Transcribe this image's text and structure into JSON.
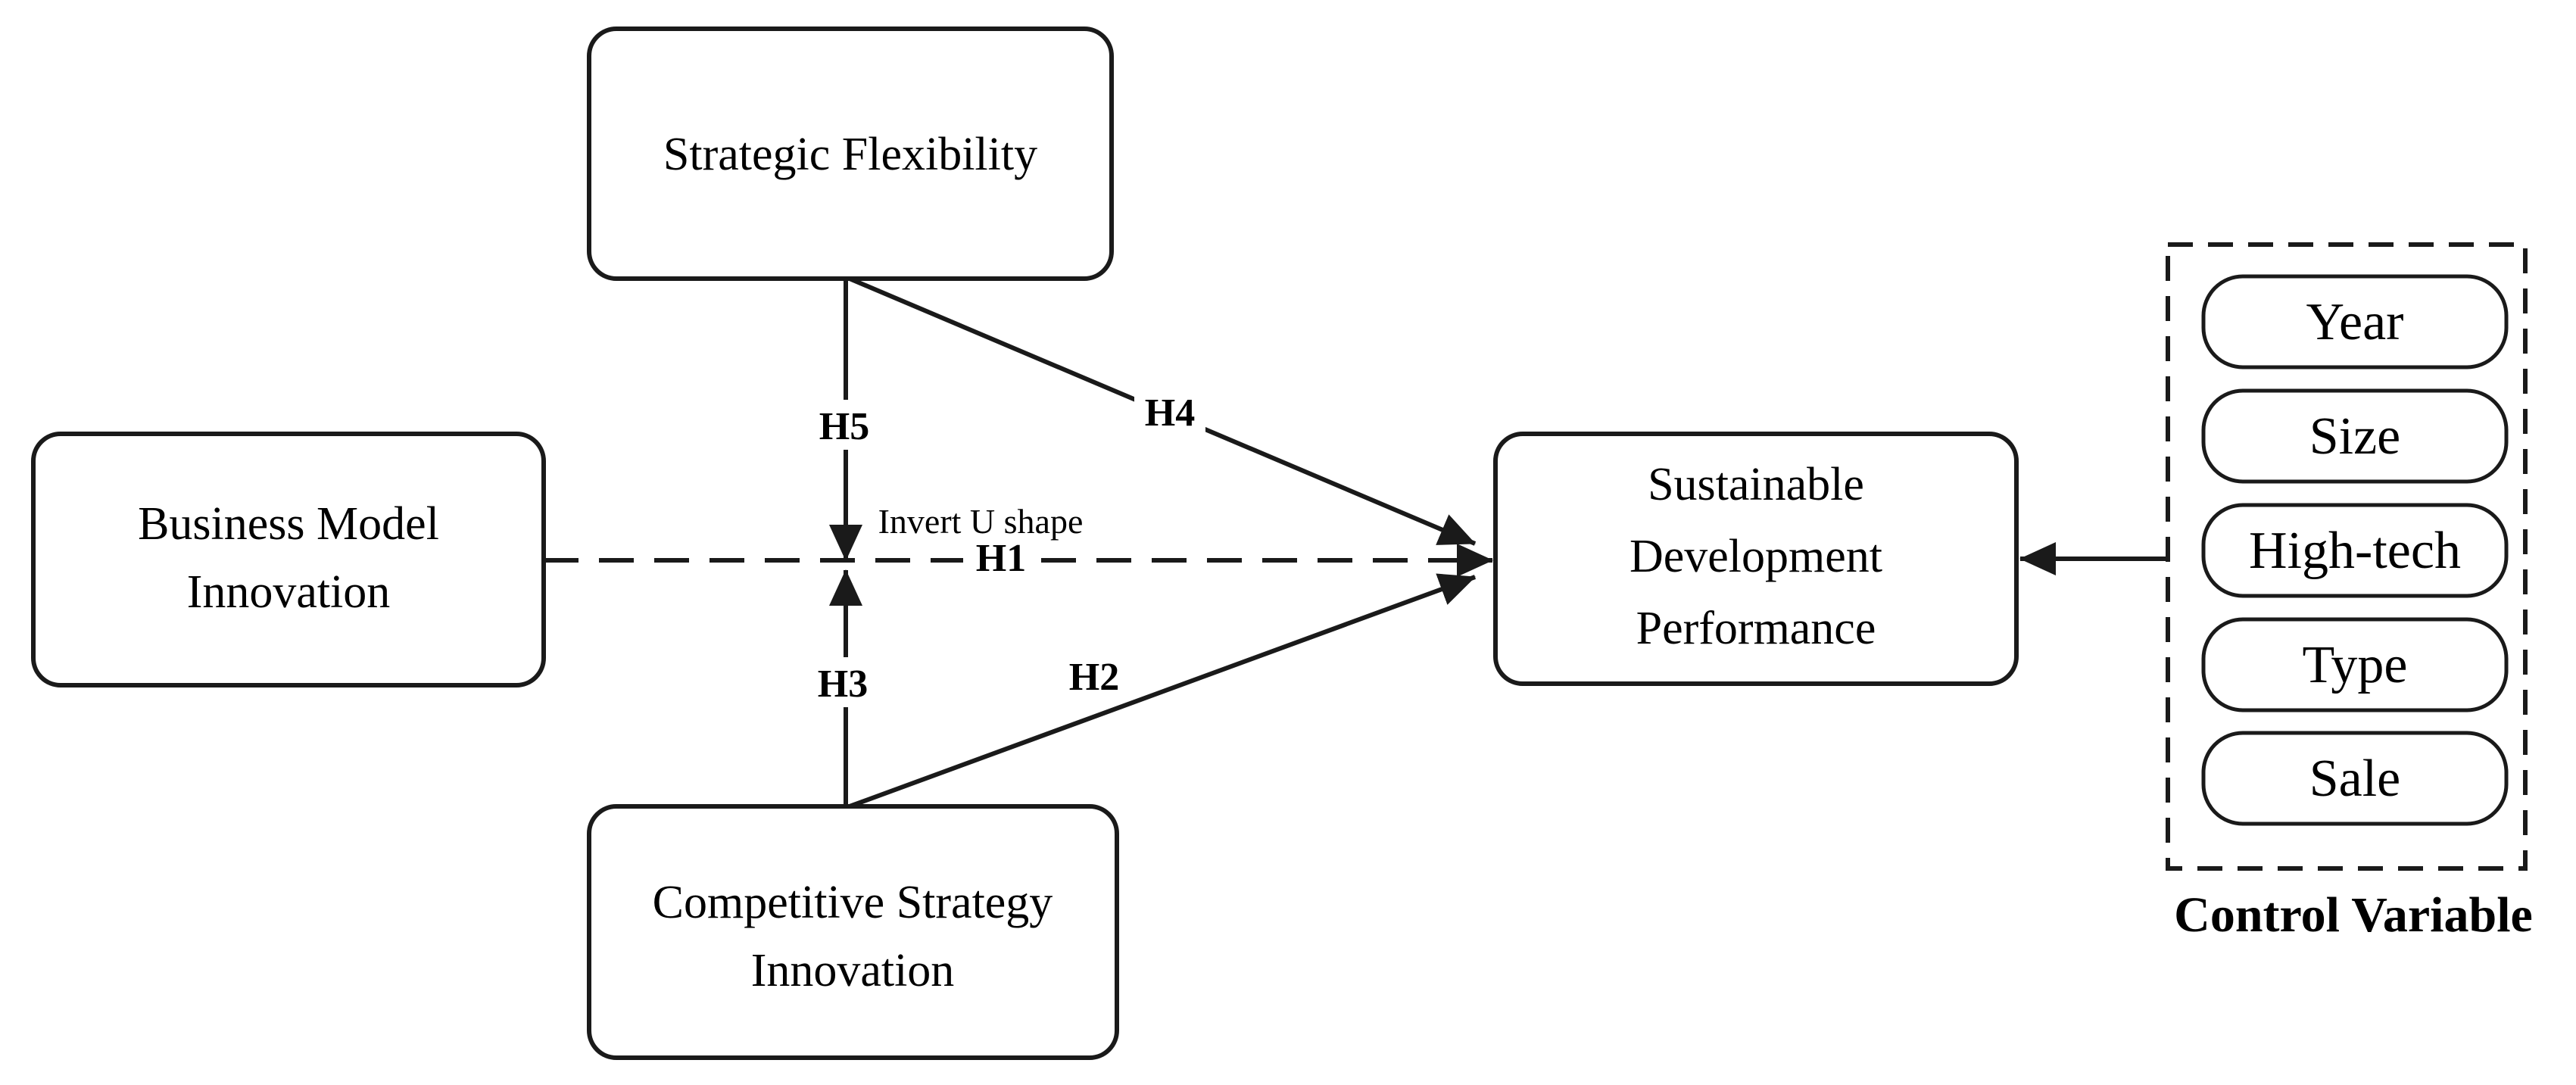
{
  "nodes": {
    "strategic_flexibility": {
      "label": "Strategic Flexibility"
    },
    "business_model_innovation": {
      "lines": [
        "Business Model",
        "Innovation"
      ]
    },
    "competitive_strategy_innovation": {
      "lines": [
        "Competitive Strategy",
        "Innovation"
      ]
    },
    "sustainable_development_performance": {
      "lines": [
        "Sustainable",
        "Development",
        "Performance"
      ]
    }
  },
  "edges": {
    "h1": {
      "label": "H1",
      "annotation": "Invert U shape",
      "style": "dashed",
      "from": "Business Model Innovation",
      "to": "Sustainable Development Performance"
    },
    "h2": {
      "label": "H2",
      "style": "solid",
      "from": "Competitive Strategy Innovation",
      "to": "Sustainable Development Performance"
    },
    "h3": {
      "label": "H3",
      "style": "solid",
      "from": "Competitive Strategy Innovation",
      "to": "H1 path"
    },
    "h4": {
      "label": "H4",
      "style": "solid",
      "from": "Strategic Flexibility",
      "to": "Sustainable Development Performance"
    },
    "h5": {
      "label": "H5",
      "style": "solid",
      "from": "Strategic Flexibility",
      "to": "H1 path"
    },
    "control": {
      "style": "solid",
      "from": "Control Variable",
      "to": "Sustainable Development Performance"
    }
  },
  "control_panel": {
    "title": "Control Variable",
    "items": [
      "Year",
      "Size",
      "High-tech",
      "Type",
      "Sale"
    ]
  },
  "colors": {
    "line": "#1a1a1a",
    "text": "#000000",
    "background": "#ffffff"
  }
}
